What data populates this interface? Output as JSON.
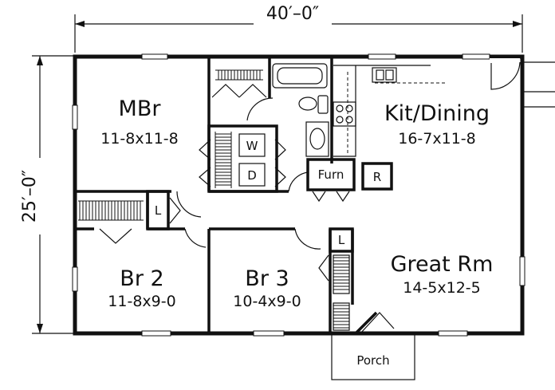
{
  "dimensions": {
    "width": "40′–0″",
    "depth": "25′–0″"
  },
  "rooms": {
    "master_bedroom": {
      "name": "MBr",
      "size": "11-8x11-8"
    },
    "kitchen_dining": {
      "name": "Kit/Dining",
      "size": "16-7x11-8"
    },
    "bedroom_2": {
      "name": "Br 2",
      "size": "11-8x9-0"
    },
    "bedroom_3": {
      "name": "Br 3",
      "size": "10-4x9-0"
    },
    "great_room": {
      "name": "Great Rm",
      "size": "14-5x12-5"
    },
    "porch": {
      "name": "Porch"
    }
  },
  "fixtures": {
    "washer": "W",
    "dryer": "D",
    "furnace": "Furn",
    "refrigerator": "R",
    "linen_1": "L",
    "linen_2": "L"
  }
}
